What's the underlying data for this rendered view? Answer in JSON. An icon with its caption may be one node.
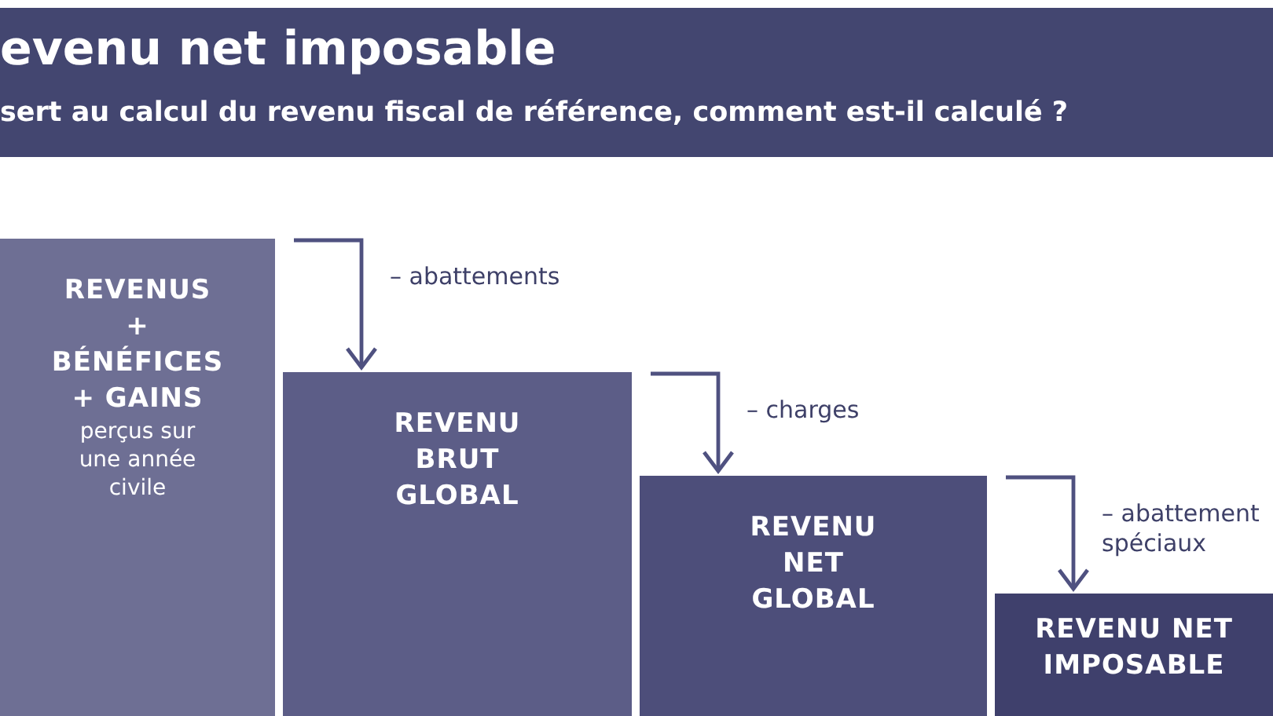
{
  "diagram": {
    "title": "evenu net imposable",
    "caption": "sert au calcul du revenu fiscal de référence, comment est-il calculé ?",
    "nodes": [
      {
        "text": [
          "REVENUS + BÉNÉFICES + GAINS",
          "perçus sur une année civile"
        ]
      },
      {
        "text": [
          "REVENU BRUT GLOBAL"
        ]
      },
      {
        "text": [
          "REVENU NET GLOBAL"
        ]
      },
      {
        "text": [
          "REVENU NET IMPOSABLE"
        ]
      }
    ],
    "edges": [
      {
        "from": 0,
        "to": 1,
        "arrow": "to",
        "label": "– abattements"
      },
      {
        "from": 1,
        "to": 2,
        "arrow": "to",
        "label": "– charges"
      },
      {
        "from": 2,
        "to": 3,
        "arrow": "to",
        "label": "– abattement spéciaux"
      }
    ]
  }
}
